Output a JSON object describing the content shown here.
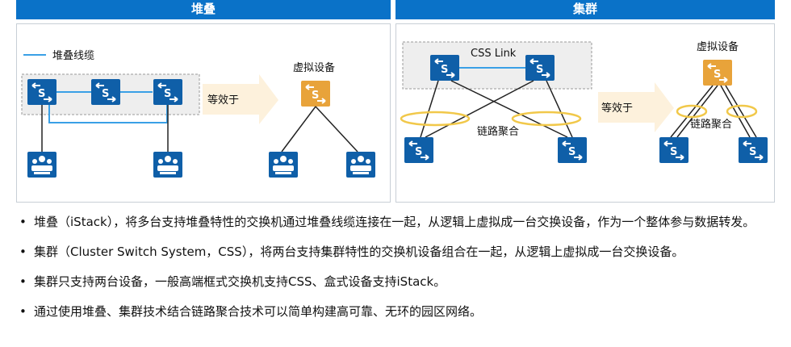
{
  "headers": {
    "left": "堆叠",
    "right": "集群"
  },
  "stack": {
    "legend": "堆叠线缆",
    "equivalent": "等效于",
    "virtual_device": "虚拟设备",
    "switch_glyph": "S"
  },
  "cluster": {
    "css_link": "CSS Link",
    "virtual_device": "虚拟设备",
    "equivalent": "等效于",
    "link_agg_left": "链路聚合",
    "link_agg_right": "链路聚合"
  },
  "bullets": [
    "堆叠（iStack），将多台支持堆叠特性的交换机通过堆叠线缆连接在一起，从逻辑上虚拟成一台交换设备，作为一个整体参与数据转发。",
    "集群（Cluster Switch System，CSS），将两台支持集群特性的交换机设备组合在一起，从逻辑上虚拟成一台交换设备。",
    "集群只支持两台设备，一般高端框式交换机支持CSS、盒式设备支持iStack。",
    "通过使用堆叠、集群技术结合链路聚合技术可以简单构建高可靠、无环的园区网络。"
  ],
  "colors": {
    "header": "#0a72c8",
    "switch": "#0f5fa8",
    "virtual": "#e8a33a",
    "cable": "#3aa0e6",
    "agg": "#f1c84a"
  },
  "icons": [
    "switch-icon",
    "virtual-switch-icon",
    "user-group-icon",
    "equivalent-arrow-icon"
  ]
}
